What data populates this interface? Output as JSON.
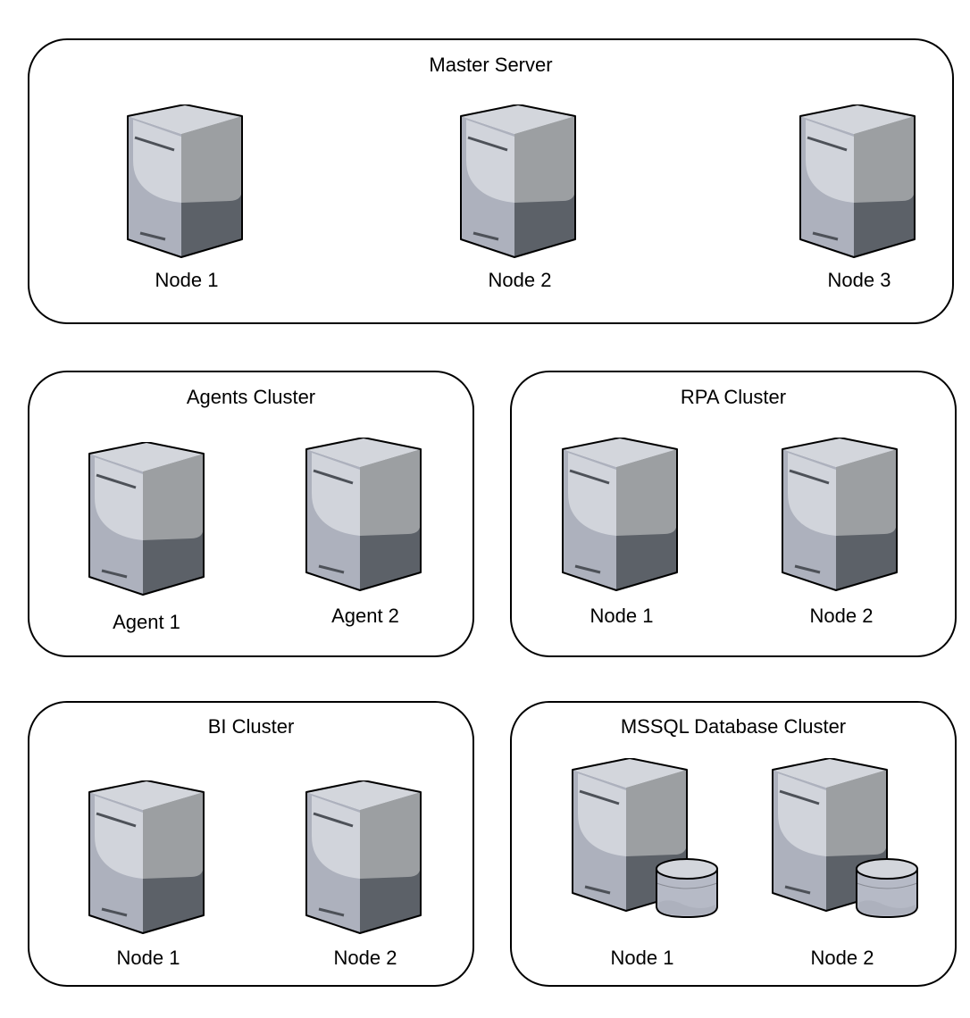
{
  "clusters": [
    {
      "key": "master-server",
      "title": "Master Server",
      "nodes": [
        {
          "label": "Node 1",
          "icon": "server-icon"
        },
        {
          "label": "Node 2",
          "icon": "server-icon"
        },
        {
          "label": "Node 3",
          "icon": "server-icon"
        }
      ]
    },
    {
      "key": "agents-cluster",
      "title": "Agents Cluster",
      "nodes": [
        {
          "label": "Agent 1",
          "icon": "server-icon"
        },
        {
          "label": "Agent 2",
          "icon": "server-icon"
        }
      ]
    },
    {
      "key": "rpa-cluster",
      "title": "RPA Cluster",
      "nodes": [
        {
          "label": "Node 1",
          "icon": "server-icon"
        },
        {
          "label": "Node 2",
          "icon": "server-icon"
        }
      ]
    },
    {
      "key": "bi-cluster",
      "title": "BI Cluster",
      "nodes": [
        {
          "label": "Node 1",
          "icon": "server-icon"
        },
        {
          "label": "Node 2",
          "icon": "server-icon"
        }
      ]
    },
    {
      "key": "mssql-database-cluster",
      "title": "MSSQL Database Cluster",
      "nodes": [
        {
          "label": "Node 1",
          "icon": "database-server-icon"
        },
        {
          "label": "Node 2",
          "icon": "database-server-icon"
        }
      ]
    }
  ],
  "colors": {
    "server_top": "#d3d6dc",
    "server_front": "#adb1bd",
    "server_side": "#9c9fa2",
    "server_side_dark": "#5c6168",
    "outline": "#000000",
    "slot": "#4d5158",
    "db_body": "#b6bac6",
    "db_top": "#d3d6dc"
  }
}
